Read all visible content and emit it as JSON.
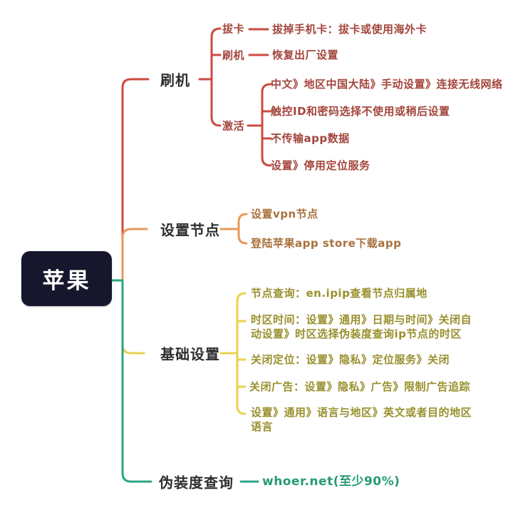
{
  "root": {
    "label": "苹果",
    "bg_color": "#16162c",
    "text_color": "#ffffff"
  },
  "branches": [
    {
      "label": "刷机",
      "line_color": "#cd4a40",
      "text_color": "#a3453c",
      "children": [
        {
          "label": "拔卡",
          "leaves": [
            "拔掉手机卡：拔卡或使用海外卡"
          ]
        },
        {
          "label": "刷机",
          "leaves": [
            "恢复出厂设置"
          ]
        },
        {
          "label": "激活",
          "leaves": [
            "中文》地区中国大陆》手动设置》连接无线网络",
            "触控ID和密码选择不使用或稍后设置",
            "不传输app数据",
            "设置》停用定位服务"
          ]
        }
      ]
    },
    {
      "label": "设置节点",
      "line_color": "#e79a58",
      "text_color": "#a8713d",
      "leaves": [
        "设置vpn节点",
        "登陆苹果app store下载app"
      ]
    },
    {
      "label": "基础设置",
      "line_color": "#e8d24c",
      "text_color": "#99902e",
      "leaves": [
        "节点查询：en.ipip查看节点归属地",
        "时区时间：设置》通用》日期与时间》关闭自动设置》时区选择伪装度查询ip节点的时区",
        "关闭定位：设置》隐私》定位服务》关闭",
        "关闭广告：设置》隐私》广告》限制广告追踪",
        "设置》通用》语言与地区》英文或者目的地区语言"
      ]
    },
    {
      "label": "伪装度查询",
      "line_color": "#2aa583",
      "text_color": "#279b78",
      "leaves": [
        "whoer.net(至少90%)"
      ]
    }
  ]
}
